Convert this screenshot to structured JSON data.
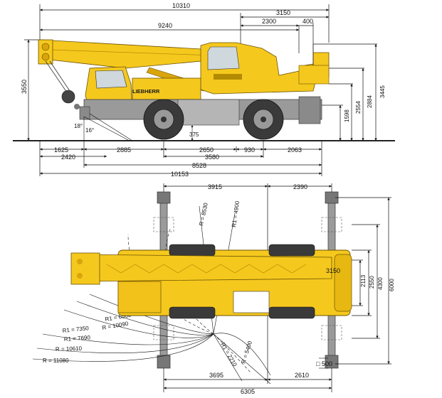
{
  "colors": {
    "crane_yellow": "#F5C81E",
    "crane_yellow_dark": "#D9A40C",
    "chassis_gray": "#9A9A9A",
    "tire": "#3A3A3A",
    "line": "#111111",
    "ground": "#222222"
  },
  "side_view": {
    "top_dimensions": {
      "overall_top": "10310",
      "boom_9240": "9240",
      "rear_3150": "3150",
      "rear_2300": "2300",
      "rear_400": "400"
    },
    "height_dimensions": {
      "left_3550": "3550",
      "right_1598": "1598",
      "right_2554": "2554",
      "right_2884": "2884",
      "right_3445": "3445"
    },
    "ground_clearance": "375",
    "angles": {
      "approach_18": "18°",
      "approach_16": "16°"
    },
    "brand_label": "LIEBHERR",
    "bottom_dimensions": {
      "front_1625": "1625",
      "axle_gap_2885": "2885",
      "wheelbase_2650": "2650",
      "rear_930": "930",
      "rear_2063": "2063",
      "front_2420": "2420",
      "span_3580": "3580",
      "span_8528": "8528",
      "overall_10153": "10153"
    }
  },
  "top_view": {
    "top_dimensions": {
      "outrigger_3915": "3915",
      "outrigger_2390": "2390"
    },
    "radii": {
      "r_8530": "R = 8530",
      "r1_4900": "R1 = 4900",
      "r1_6560": "R1 = 6560",
      "r_10090": "R = 10090",
      "r1_7350": "R1 = 7350",
      "r1_7690": "R1 = 7690",
      "r_10610": "R = 10610",
      "r_11080": "R = 11080",
      "r1_2210": "R1 = 2210",
      "r_5400": "R = 5400"
    },
    "width_label_3150": "3150",
    "right_dimensions": {
      "w_2113": "2113",
      "w_2550": "2550",
      "w_4300": "4300",
      "w_6000": "6000"
    },
    "pad_label": "□ 500",
    "bottom_dimensions": {
      "outrigger_3695": "3695",
      "outrigger_2610": "2610",
      "outrigger_6305": "6305"
    }
  }
}
